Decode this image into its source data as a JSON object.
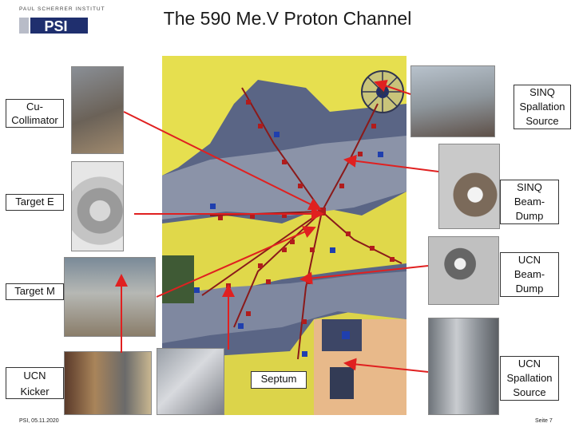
{
  "header": {
    "title": "The 590 Me.V Proton Channel",
    "logo_top": "PAUL SCHERRER INSTITUT",
    "logo_text": "PSI"
  },
  "labels": {
    "cu_collimator": "Cu-\nCollimator",
    "target_e": "Target E",
    "target_m": "Target M",
    "ucn_kicker": "UCN\nKicker",
    "septum": "Septum",
    "sinq_spallation": "SINQ\nSpallation\nSource",
    "sinq_beamdump": "SINQ\nBeam-\nDump",
    "ucn_beamdump": "UCN\nBeam-\nDump",
    "ucn_spallation": "UCN\nSpallation\nSource"
  },
  "footer": {
    "left": "PSI, 05.11.2020",
    "right": "Seite 7"
  },
  "colors": {
    "arrow": "#e02020",
    "map_yellow": "#e6df4f",
    "map_gray": "#8890a6",
    "map_dark": "#4a5370",
    "map_orange": "#e8b98a"
  }
}
